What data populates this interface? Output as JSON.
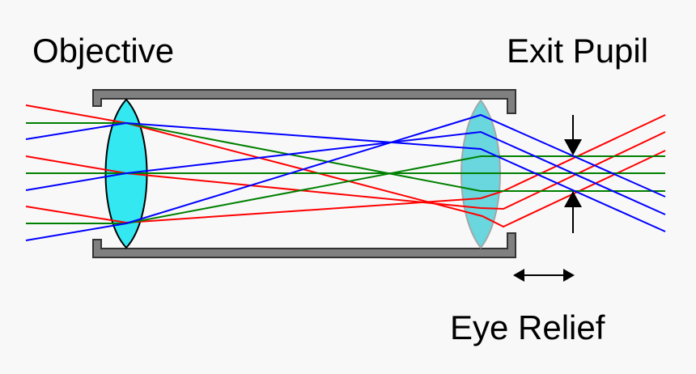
{
  "labels": {
    "objective": "Objective",
    "exit_pupil": "Exit Pupil",
    "eye_relief": "Eye Relief"
  },
  "colors": {
    "background": "#f8f8f8",
    "tube_fill": "#808080",
    "tube_stroke": "#333333",
    "lens_fill": "#33e8f0",
    "lens_stroke": "#000000",
    "eyepiece_fill": "#5bd3dc",
    "eyepiece_stroke": "#9aa0a0",
    "ray_red": "#ff0000",
    "ray_green": "#008000",
    "ray_blue": "#0000ff",
    "arrow": "#000000"
  },
  "elements": [
    {
      "name": "telescope-tube",
      "kind": "tube"
    },
    {
      "name": "objective-lens",
      "kind": "biconvex-lens"
    },
    {
      "name": "eyepiece-lens",
      "kind": "biconvex-lens"
    },
    {
      "name": "exit-pupil-arrows",
      "kind": "opposing-arrows"
    },
    {
      "name": "eye-relief-arrow",
      "kind": "double-headed-arrow"
    }
  ],
  "ray_bundles": [
    {
      "color": "red",
      "count": 3
    },
    {
      "color": "green",
      "count": 3
    },
    {
      "color": "blue",
      "count": 3
    }
  ]
}
